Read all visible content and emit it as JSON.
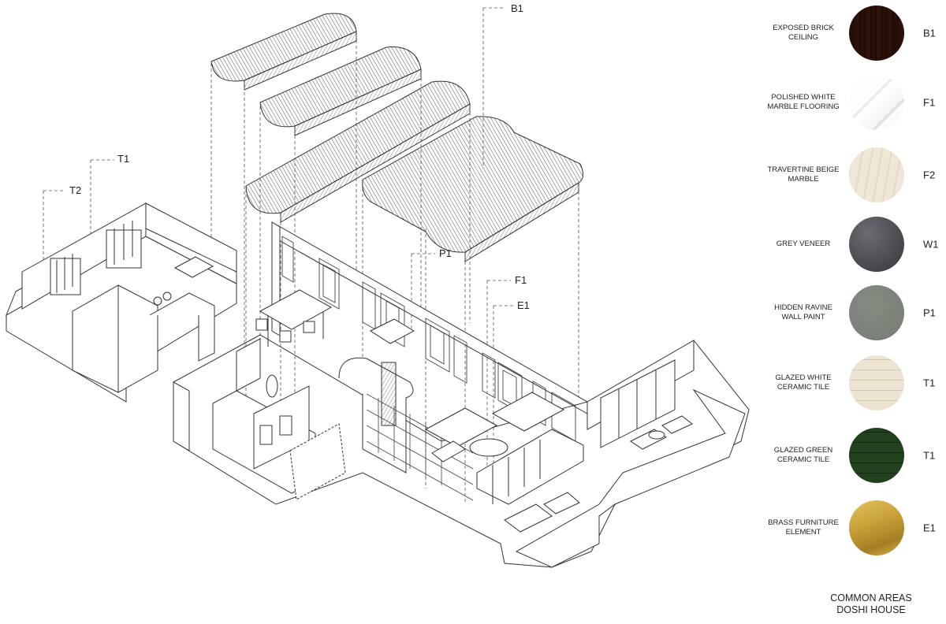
{
  "callouts": {
    "b1": "B1",
    "t1": "T1",
    "t2": "T2",
    "p1": "P1",
    "f1": "F1",
    "e1": "E1"
  },
  "materials": [
    {
      "lines": [
        "EXPOSED BRICK",
        "CEILING"
      ],
      "code": "B1",
      "swatch": "brick",
      "colors": [
        "#5a3a2a",
        "#7a4a34",
        "#3e2b22"
      ]
    },
    {
      "lines": [
        "POLISHED WHITE",
        "MARBLE FLOORING"
      ],
      "code": "F1",
      "swatch": "white-marble",
      "colors": [
        "#f7f7f7",
        "#d8d8d8"
      ]
    },
    {
      "lines": [
        "TRAVERTINE BEIGE",
        "MARBLE"
      ],
      "code": "F2",
      "swatch": "travertine",
      "colors": [
        "#ece3d2",
        "#e2d6bf"
      ]
    },
    {
      "lines": [
        "GREY VENEER"
      ],
      "code": "W1",
      "swatch": "grey-veneer",
      "colors": [
        "#55575c",
        "#3f4146"
      ]
    },
    {
      "lines": [
        "HIDDEN RAVINE",
        "WALL PAINT"
      ],
      "code": "P1",
      "swatch": "green-grey-paint",
      "colors": [
        "#7e857c",
        "#747b72"
      ]
    },
    {
      "lines": [
        "GLAZED WHITE",
        "CERAMIC TILE"
      ],
      "code": "T1",
      "swatch": "white-tile",
      "colors": [
        "#ece3d2",
        "#d9cdb6"
      ]
    },
    {
      "lines": [
        "GLAZED GREEN",
        "CERAMIC TILE"
      ],
      "code": "T1",
      "swatch": "green-tile",
      "colors": [
        "#1f3d1c",
        "#2f5a2a"
      ]
    },
    {
      "lines": [
        "BRASS FURNITURE",
        "ELEMENT"
      ],
      "code": "E1",
      "swatch": "brass",
      "colors": [
        "#c9a23a",
        "#8a6a1c"
      ]
    }
  ],
  "title": {
    "line1": "COMMON AREAS",
    "line2": "DOSHI HOUSE"
  }
}
